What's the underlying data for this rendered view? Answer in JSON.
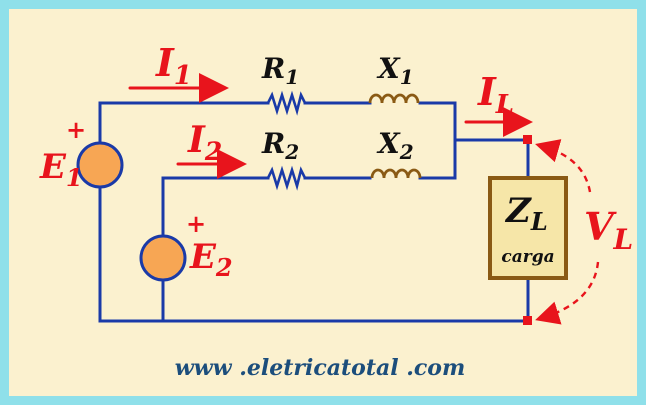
{
  "colors": {
    "border": "#8fe0ea",
    "background": "#fbf1cf",
    "wire": "#1a3aa8",
    "label_red": "#e8141c",
    "source_fill": "#f7a654",
    "load_fill": "#f6e6a8",
    "load_border": "#8a5a14",
    "url_color": "#1c4e7c"
  },
  "currents": {
    "i1": {
      "main": "I",
      "sub": "1"
    },
    "i2": {
      "main": "I",
      "sub": "2"
    },
    "il": {
      "main": "I",
      "sub": "L"
    }
  },
  "components": {
    "r1": {
      "main": "R",
      "sub": "1"
    },
    "r2": {
      "main": "R",
      "sub": "2"
    },
    "x1": {
      "main": "X",
      "sub": "1"
    },
    "x2": {
      "main": "X",
      "sub": "2"
    }
  },
  "sources": {
    "e1": {
      "main": "E",
      "sub": "1",
      "polarity": "+"
    },
    "e2": {
      "main": "E",
      "sub": "2",
      "polarity": "+"
    }
  },
  "load": {
    "main": "Z",
    "sub": "L",
    "caption": "carga"
  },
  "voltage": {
    "main": "V",
    "sub": "L"
  },
  "website": "www .eletricatotal .com"
}
